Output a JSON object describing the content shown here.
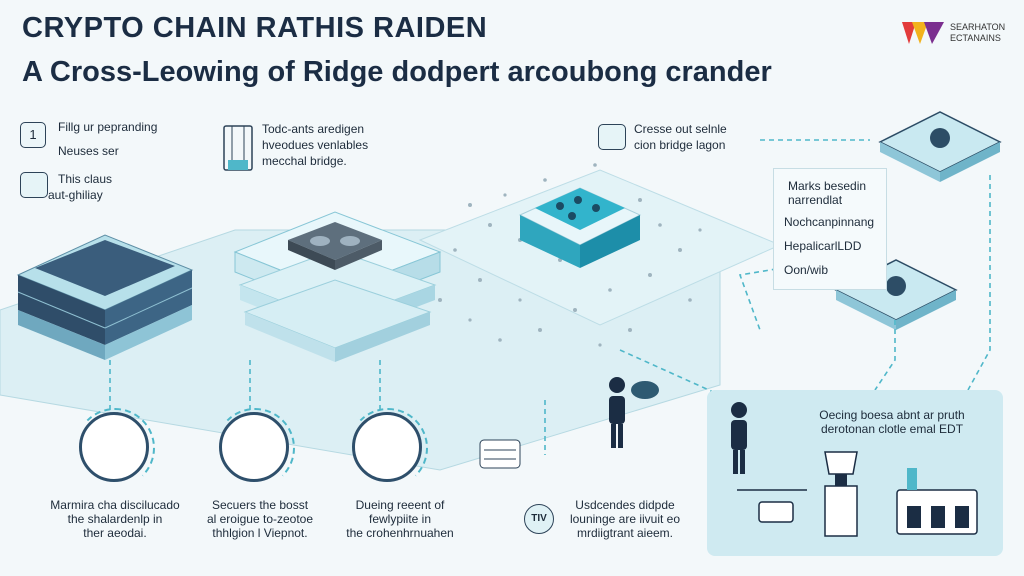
{
  "header": {
    "title": "CRYPTO CHAIN RATHIS RAIDEN",
    "subtitle": "A Cross-Leowing of Ridge dodpert arcoubong crander",
    "logo_text_line1": "SEARHATON",
    "logo_text_line2": "ECTANAINS"
  },
  "steps": {
    "step1_number": "1",
    "step1_line1": "Fillg ur pepranding",
    "step1_line2": "Neuses ser",
    "step2_line1": "This claus",
    "step2_line2": "aut-ghiliay"
  },
  "labels": {
    "bridge_top_line1": "Todc-ants aredigen",
    "bridge_top_line2": "hveodues venlables",
    "bridge_top_line3": "mecchal bridge.",
    "center_right_line1": "Cresse out selnle",
    "center_right_line2": "cion bridge lagon"
  },
  "note_box": {
    "line1": "Marks besedin",
    "line2": "narrendlat",
    "line3": "Nochcanpinnang",
    "line4": "HepalicarlLDD",
    "line5": "Oon/wib"
  },
  "bottom_captions": {
    "c1_line1": "Marmira cha discilucado",
    "c1_line2": "the shalardenlp in",
    "c1_line3": "ther aeodai.",
    "c2_line1": "Secuers the bosst",
    "c2_line2": "al eroigue to-zeotoe",
    "c2_line3": "thhlgion l Viepnot.",
    "c3_line1": "Dueing reeent of",
    "c3_line2": "fewlypiite in",
    "c3_line3": "the crohenhrnuahen",
    "c4_badge": "TIV",
    "c4_line1": "Usdcendes didpde",
    "c4_line2": "louninge are iivuit eo",
    "c4_line3": "mrdiigtrant aieem."
  },
  "panel": {
    "line1": "Oecing boesa abnt ar pruth",
    "line2": "derotonan clotle emal EDT"
  },
  "colors": {
    "accent": "#4fb7c9",
    "dark": "#1b2d44",
    "tile": "#bfe3ec",
    "panel": "#cfeaf1"
  }
}
